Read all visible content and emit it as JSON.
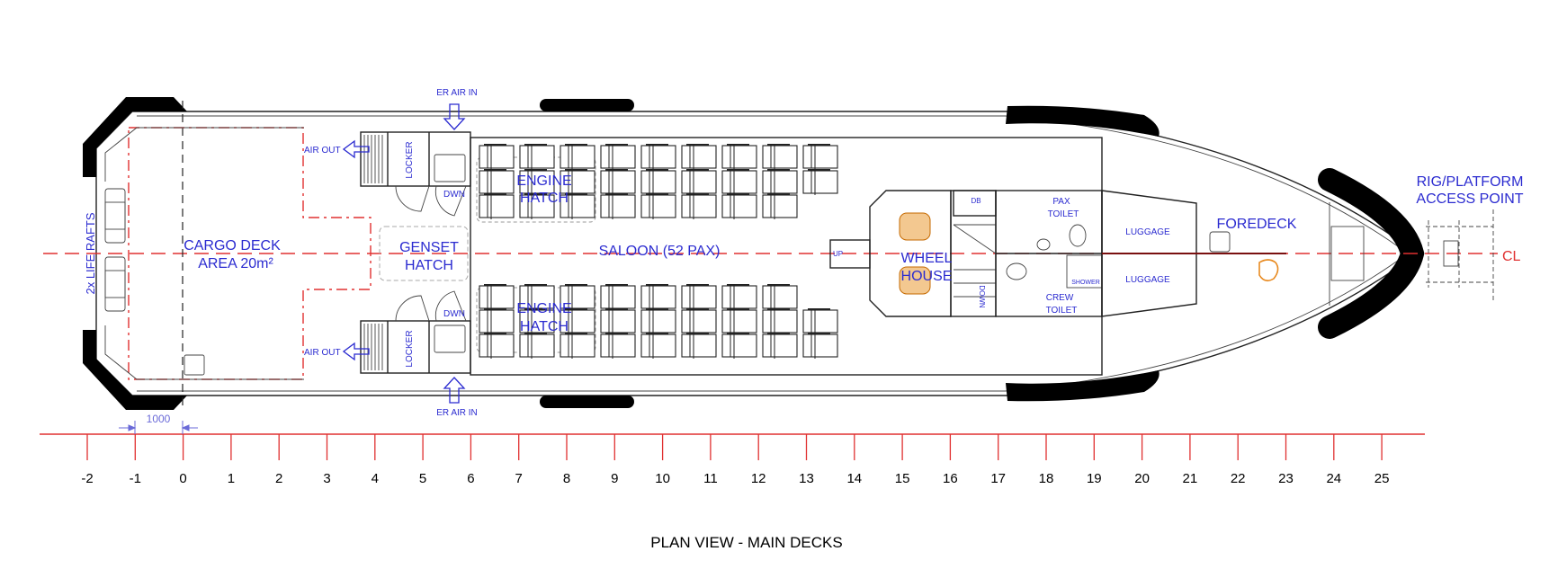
{
  "title": "PLAN VIEW - MAIN DECKS",
  "labels": {
    "er_air_in_top": "ER AIR IN",
    "er_air_in_bottom": "ER AIR IN",
    "air_out_top": "AIR OUT",
    "air_out_bottom": "AIR OUT",
    "locker_top": "LOCKER",
    "locker_bottom": "LOCKER",
    "dwn_top": "DWN",
    "dwn_bottom": "DWN",
    "life_rafts": "2x LIFE RAFTS",
    "cargo_deck_1": "CARGO DECK",
    "cargo_deck_2": "AREA 20m²",
    "genset_1": "GENSET",
    "genset_2": "HATCH",
    "engine_top_1": "ENGINE",
    "engine_top_2": "HATCH",
    "engine_bottom_1": "ENGINE",
    "engine_bottom_2": "HATCH",
    "saloon": "SALOON (52 PAX)",
    "up": "UP",
    "wheel_1": "WHEEL",
    "wheel_2": "HOUSE",
    "db": "DB",
    "down": "DOWN",
    "pax_toilet_1": "PAX",
    "pax_toilet_2": "TOILET",
    "shower": "SHOWER",
    "crew_toilet_1": "CREW",
    "crew_toilet_2": "TOILET",
    "luggage_top": "LUGGAGE",
    "luggage_bottom": "LUGGAGE",
    "foredeck": "FOREDECK",
    "rig_1": "RIG/PLATFORM",
    "rig_2": "ACCESS POINT",
    "centerline": "CL",
    "dimension": "1000"
  },
  "ruler": {
    "unit_mm": 1000,
    "ticks": [
      "-2",
      "-1",
      "0",
      "1",
      "2",
      "3",
      "4",
      "5",
      "6",
      "7",
      "8",
      "9",
      "10",
      "11",
      "12",
      "13",
      "14",
      "15",
      "16",
      "17",
      "18",
      "19",
      "20",
      "21",
      "22",
      "23",
      "24",
      "25"
    ]
  },
  "colors": {
    "label": "#2b2bd0",
    "centerline": "#e03030",
    "ruler": "#e03030",
    "crew_figure": "#e88a20"
  }
}
